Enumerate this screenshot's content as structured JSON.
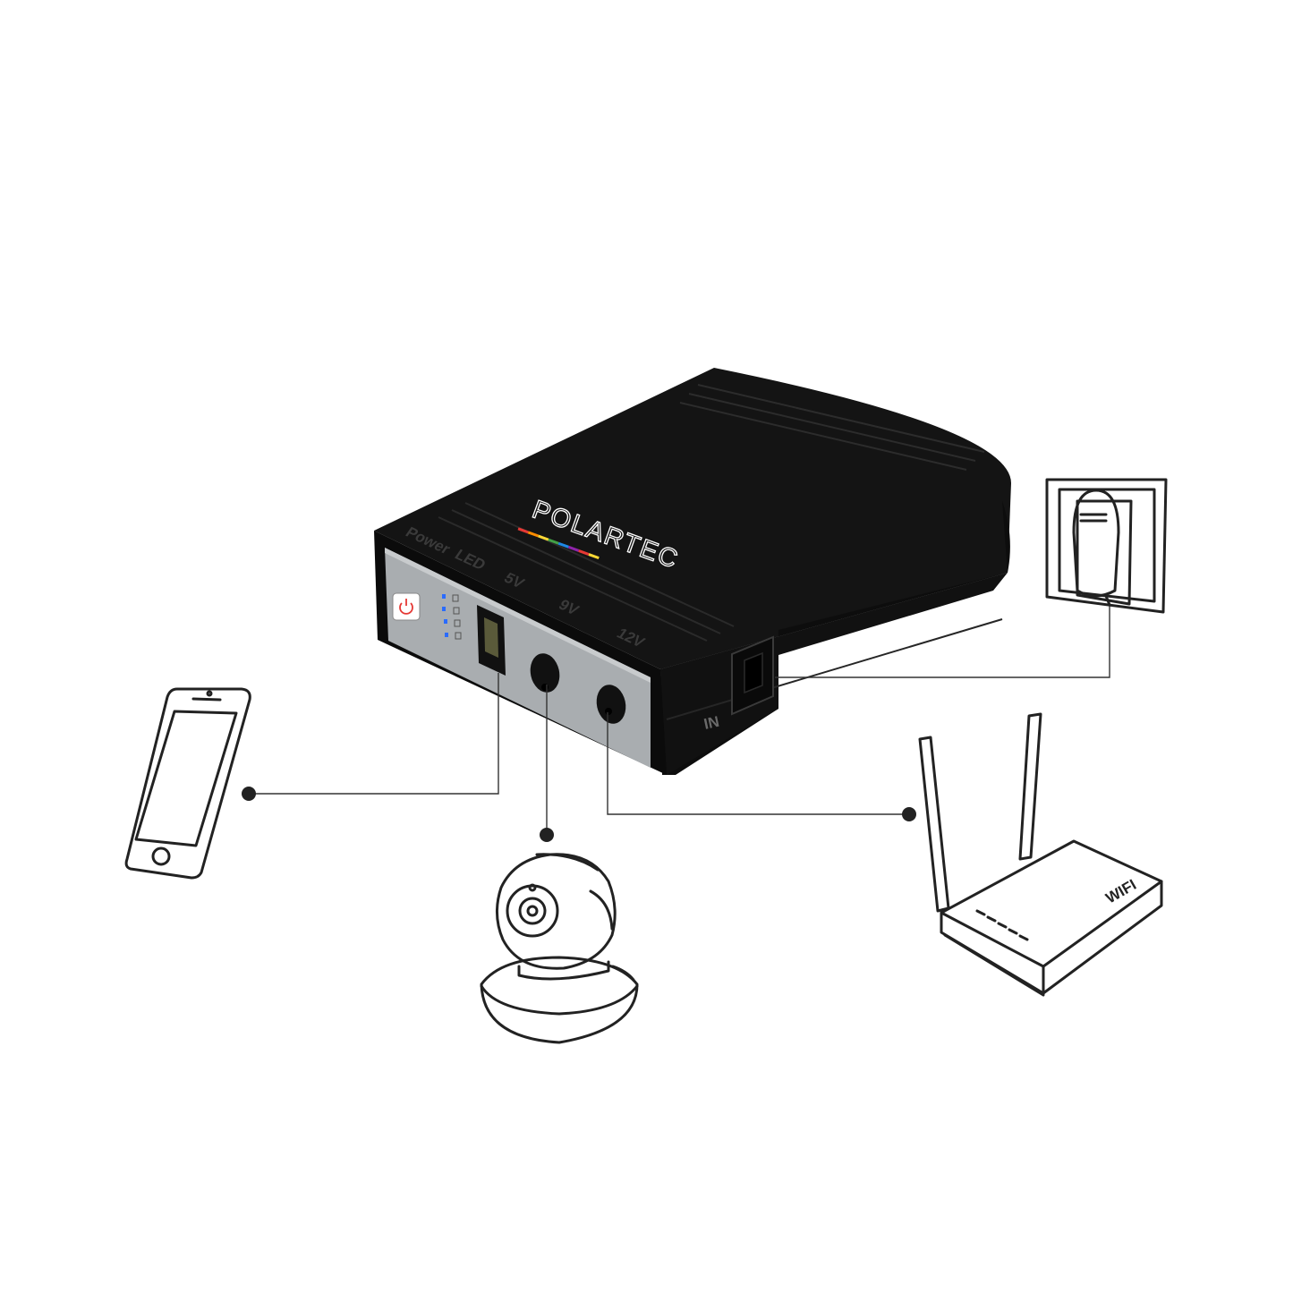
{
  "device": {
    "brand": "POLARTEC",
    "brand_stripe_colors": [
      "#e53935",
      "#fb8c00",
      "#fdd835",
      "#43a047",
      "#1e88e5",
      "#8e24aa",
      "#e53935",
      "#fdd835"
    ],
    "port_labels": {
      "power": "Power",
      "led": "LED",
      "v5": "5V",
      "v9": "9V",
      "v12": "12V"
    },
    "input_label": "IN",
    "led_color": "#2a6bff",
    "power_button_color": "#e53935"
  },
  "router": {
    "label": "WIFI"
  },
  "connections": [
    {
      "from": "5V",
      "to": "smartphone-icon"
    },
    {
      "from": "9V",
      "to": "security-camera-icon"
    },
    {
      "from": "12V",
      "to": "wifi-router-icon"
    },
    {
      "from": "IN",
      "to": "wall-adapter-icon"
    }
  ]
}
